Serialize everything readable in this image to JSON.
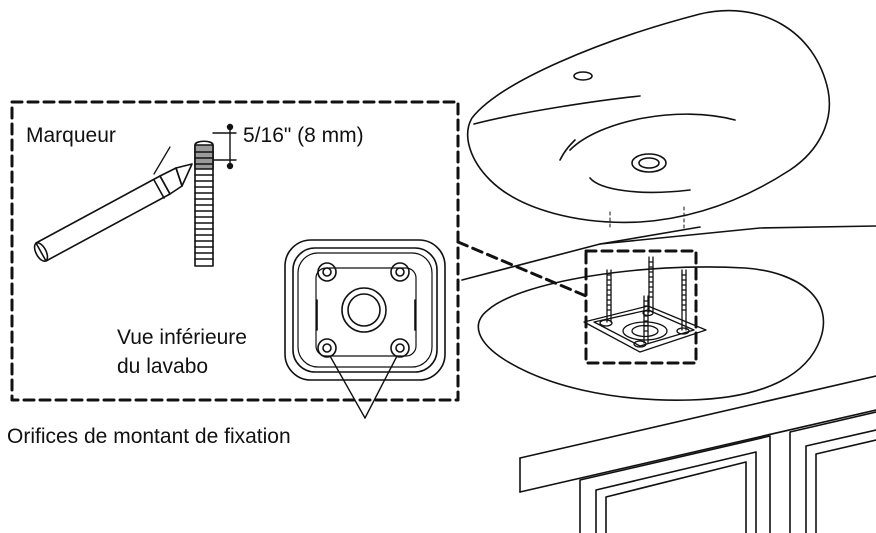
{
  "labels": {
    "marker": "Marqueur",
    "dimension": "5/16\" (8 mm)",
    "bottom_view_line1": "Vue inférieure",
    "bottom_view_line2": "du lavabo",
    "mounting_holes": "Orifices de montant de fixation"
  },
  "colors": {
    "line": "#111111",
    "paper": "#ffffff",
    "marker_band": "#9a9a9a"
  }
}
